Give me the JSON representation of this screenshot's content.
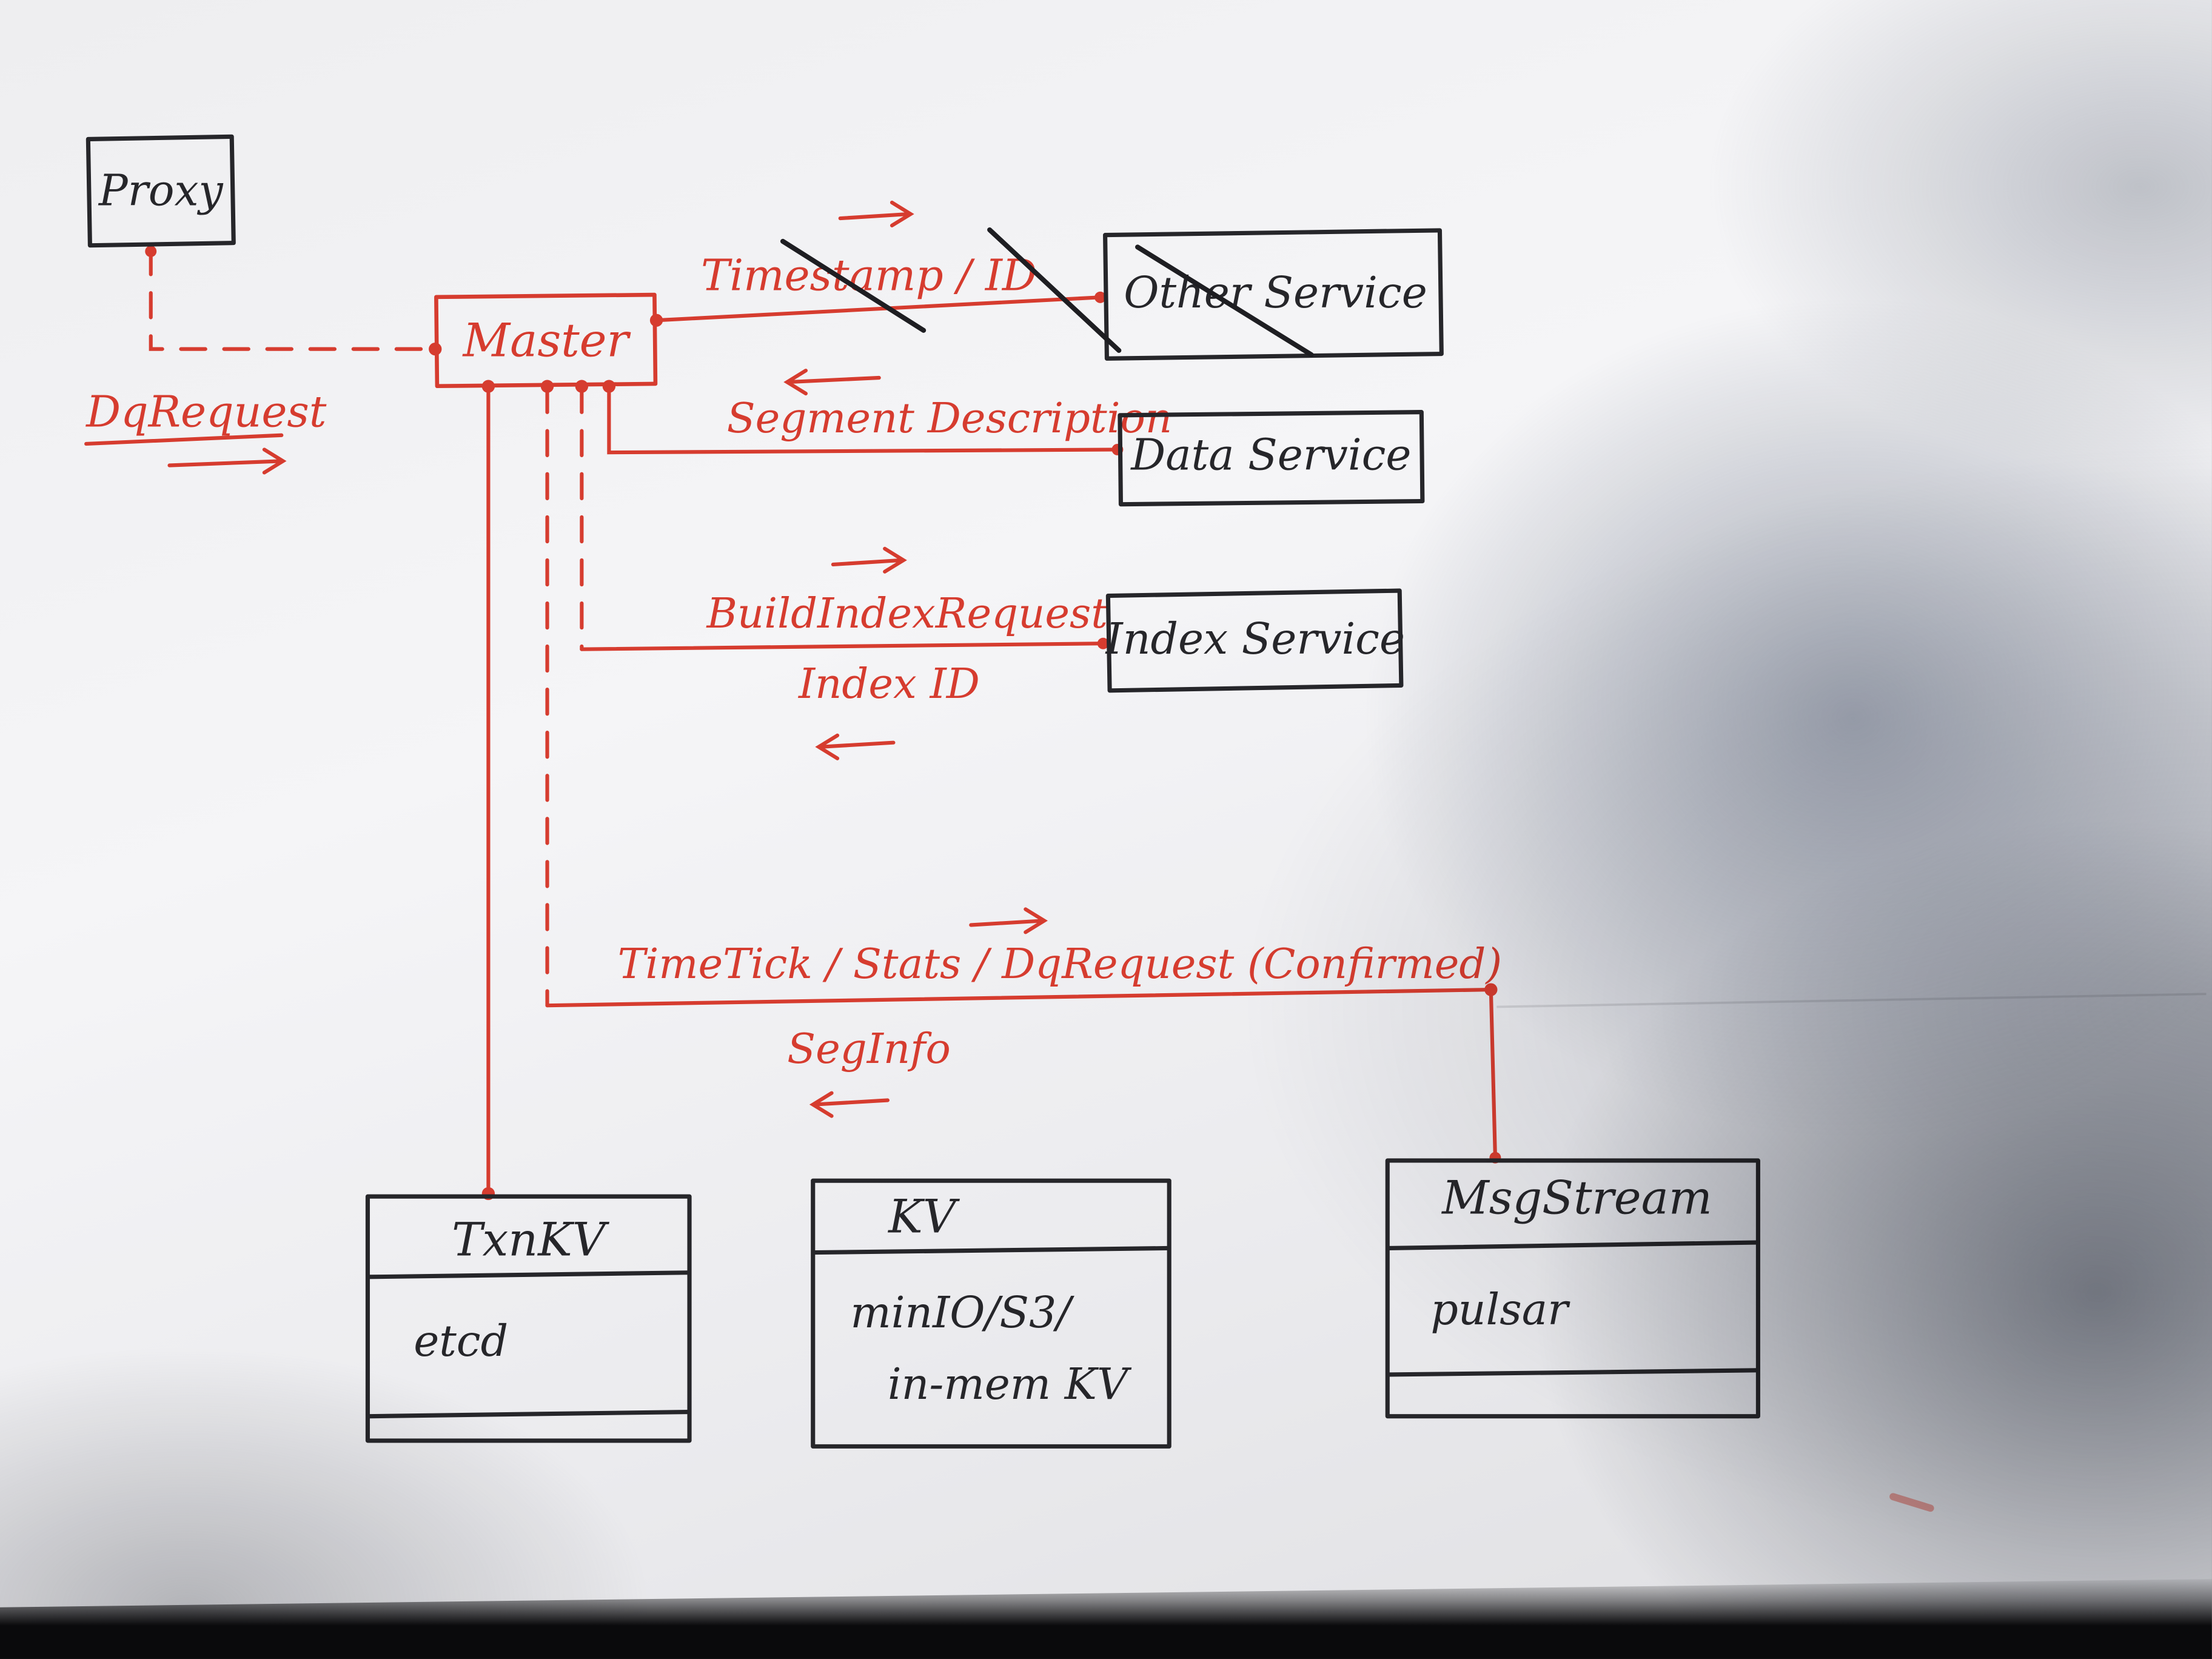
{
  "diagram": {
    "colors": {
      "ink": "#26262a",
      "red": "#d63c2f",
      "paper": "#f0f0f3"
    },
    "nodes": {
      "proxy": {
        "label": "Proxy"
      },
      "master": {
        "label": "Master"
      },
      "other_service": {
        "label": "Other Service",
        "crossed_out": true
      },
      "data_service": {
        "label": "Data Service"
      },
      "index_service": {
        "label": "Index Service"
      },
      "txn_kv": {
        "title": "TxnKV",
        "impl": "etcd"
      },
      "kv": {
        "title": "KV",
        "impl_line1": "minIO/S3/",
        "impl_line2": "in-mem KV"
      },
      "msg_stream": {
        "title": "MsgStream",
        "impl": "pulsar"
      }
    },
    "edges": {
      "dq_request": {
        "label": "DqRequest"
      },
      "timestamp_id": {
        "label": "Timestamp / ID"
      },
      "segment_description": {
        "label": "Segment Description"
      },
      "build_index_request": {
        "label": "BuildIndexRequest"
      },
      "index_id": {
        "label": "Index ID"
      },
      "timetick_stats_dqrequest": {
        "label": "TimeTick / Stats / DqRequest (Confirmed)"
      },
      "seg_info": {
        "label": "SegInfo"
      }
    }
  }
}
